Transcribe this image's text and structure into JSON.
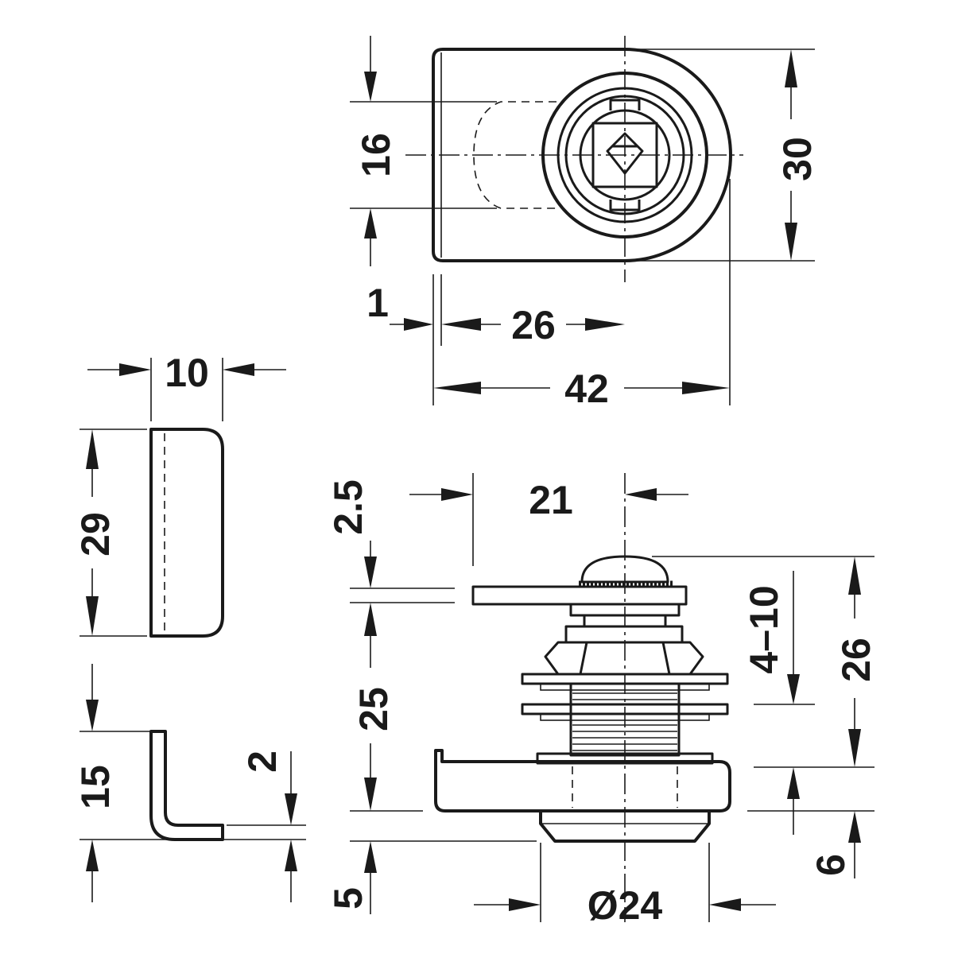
{
  "drawing": {
    "top_view": {
      "height_outer": "30",
      "height_slot": "16",
      "width_total": "42",
      "width_to_center": "26",
      "offset": "1"
    },
    "side_view": {
      "cam_offset": "21",
      "cam_thickness": "2.5",
      "body_height": "25",
      "panel_range": "4–10",
      "total_height": "26",
      "flange_height": "6",
      "collar_height": "5",
      "diameter": "Ø24"
    },
    "cam_view": {
      "width": "10",
      "height": "29"
    },
    "bracket_view": {
      "height": "15",
      "thickness": "2"
    }
  }
}
